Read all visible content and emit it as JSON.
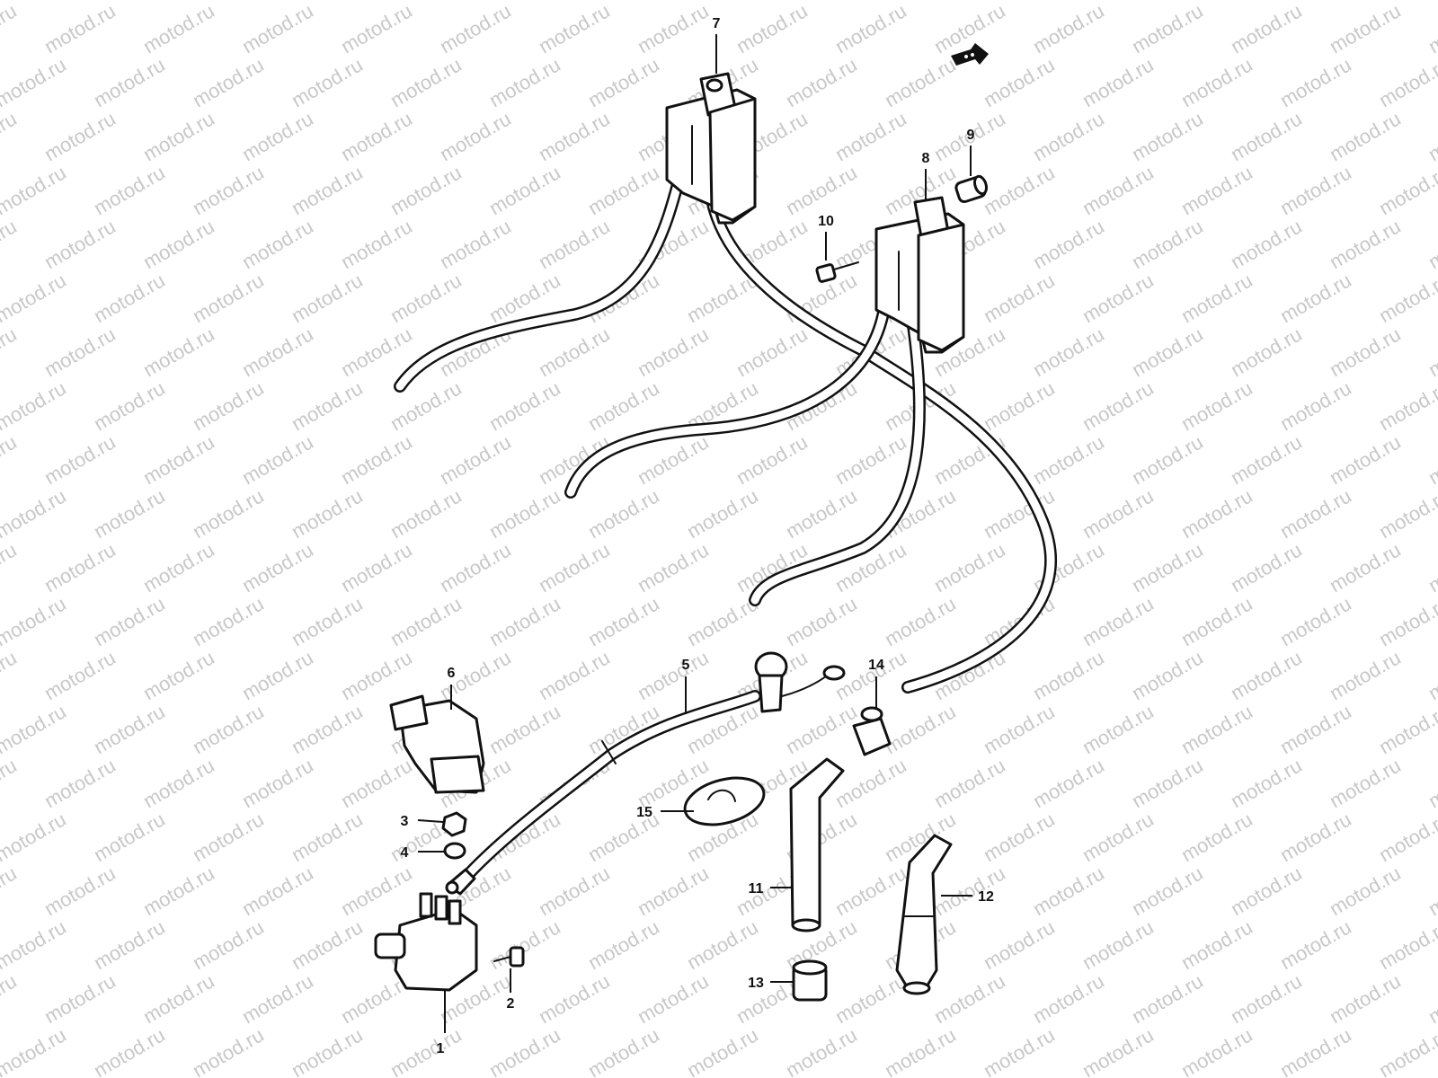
{
  "diagram": {
    "watermark_text": "motod.ru",
    "part_labels": [
      "1",
      "2",
      "3",
      "4",
      "5",
      "6",
      "7",
      "8",
      "9",
      "10",
      "11",
      "12",
      "13",
      "14",
      "15"
    ],
    "colors": {
      "ink": "#111111",
      "watermark": "#c8c8c8",
      "background": "#ffffff"
    },
    "icons": {
      "direction": "direction-arrow-icon"
    }
  }
}
